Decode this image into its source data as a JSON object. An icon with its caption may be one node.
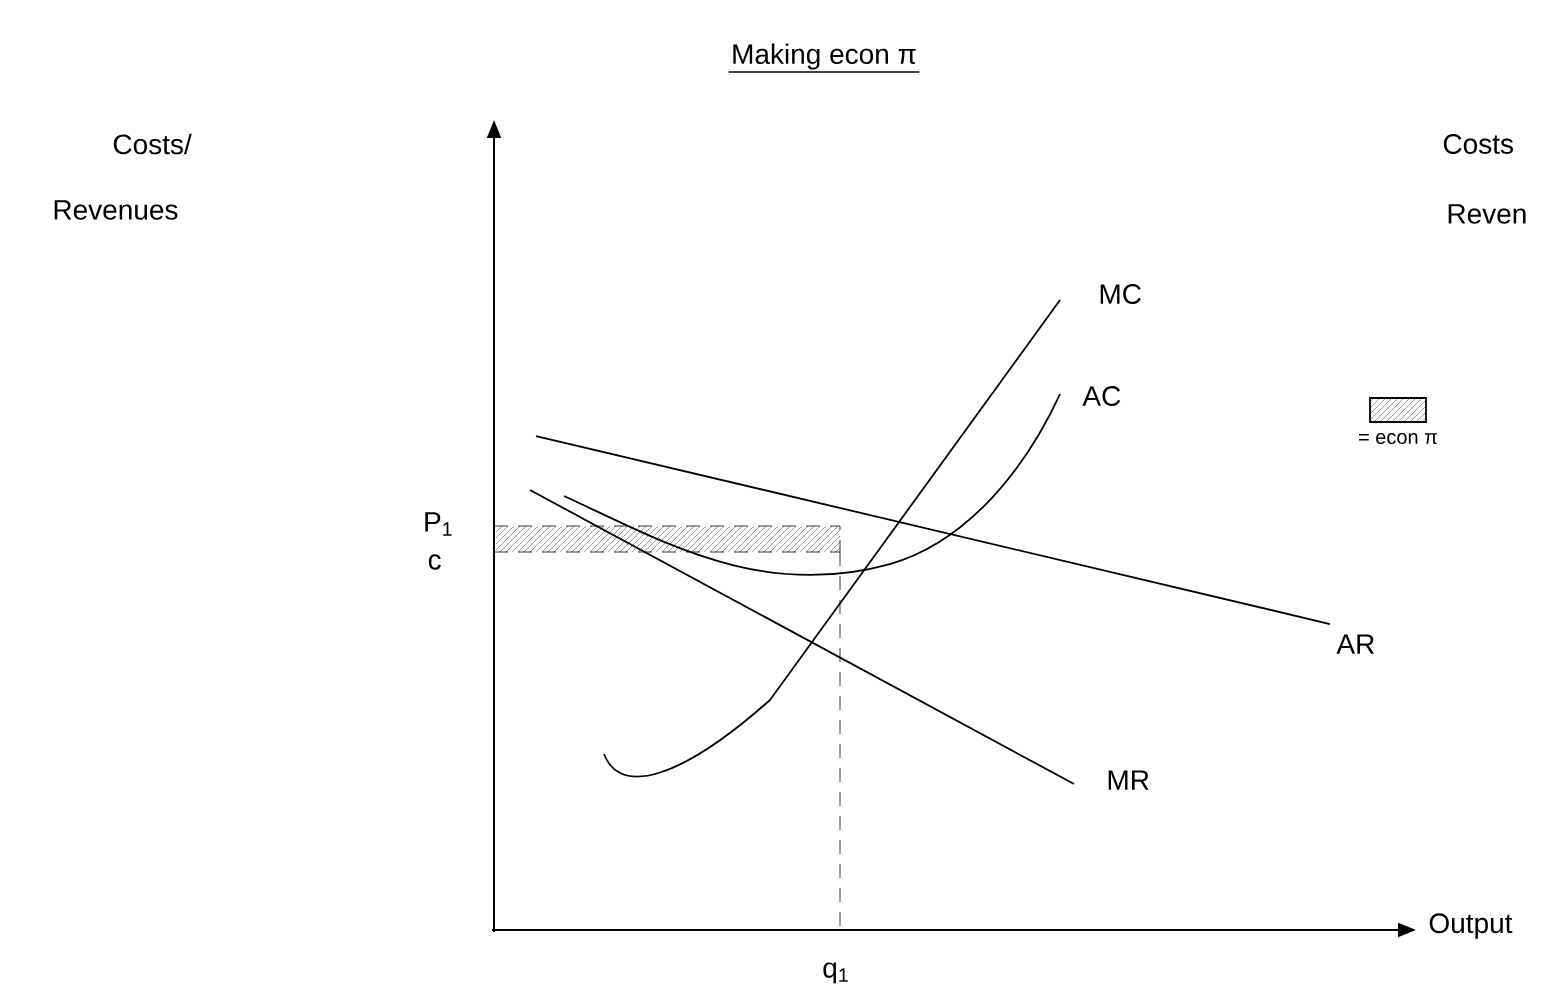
{
  "diagram": {
    "title": "Making econ π",
    "labels": [
      "Costs/",
      "Revenues",
      "Costs",
      "Reven",
      "MC",
      "AC",
      "P$_{1}$",
      "c",
      "AR",
      "MR",
      "Output",
      "q$_{1}$"
    ],
    "legend": [
      {
        "text": "= econ π"
      }
    ]
  }
}
